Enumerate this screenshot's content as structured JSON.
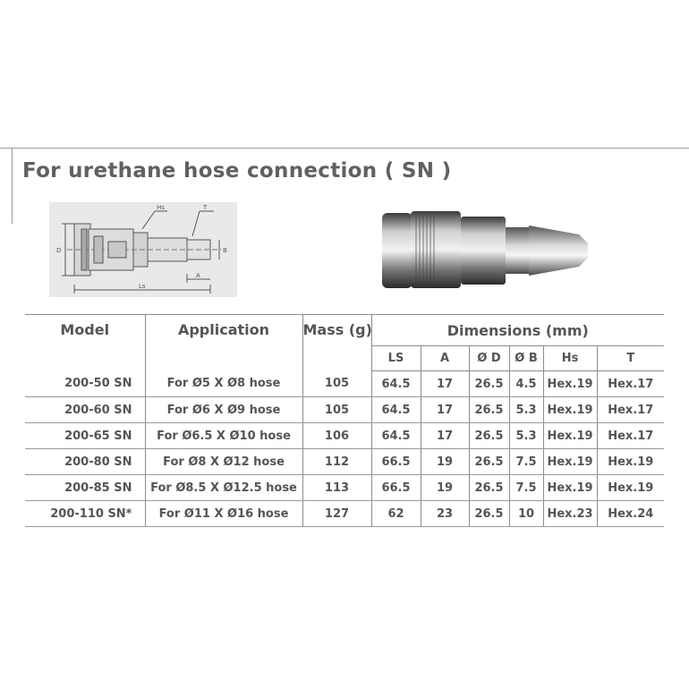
{
  "title": "For urethane hose connection ( SN )",
  "drawing_labels": {
    "hs": "Hs",
    "t": "T",
    "d": "D",
    "b": "B",
    "a": "A",
    "ls": "Ls"
  },
  "table": {
    "headers": {
      "model": "Model",
      "application": "Application",
      "mass": "Mass (g)",
      "dimensions": "Dimensions (mm)",
      "sub": [
        "LS",
        "A",
        "Ø D",
        "Ø B",
        "Hs",
        "T"
      ]
    },
    "rows": [
      {
        "model": "200-50 SN",
        "application": "For Ø5 X Ø8 hose",
        "mass": "105",
        "ls": "64.5",
        "a": "17",
        "d": "26.5",
        "b": "4.5",
        "hs": "Hex.19",
        "t": "Hex.17"
      },
      {
        "model": "200-60 SN",
        "application": "For Ø6 X Ø9 hose",
        "mass": "105",
        "ls": "64.5",
        "a": "17",
        "d": "26.5",
        "b": "5.3",
        "hs": "Hex.19",
        "t": "Hex.17"
      },
      {
        "model": "200-65 SN",
        "application": "For Ø6.5 X Ø10 hose",
        "mass": "106",
        "ls": "64.5",
        "a": "17",
        "d": "26.5",
        "b": "5.3",
        "hs": "Hex.19",
        "t": "Hex.17"
      },
      {
        "model": "200-80 SN",
        "application": "For Ø8 X Ø12 hose",
        "mass": "112",
        "ls": "66.5",
        "a": "19",
        "d": "26.5",
        "b": "7.5",
        "hs": "Hex.19",
        "t": "Hex.19"
      },
      {
        "model": "200-85 SN",
        "application": "For Ø8.5 X Ø12.5 hose",
        "mass": "113",
        "ls": "66.5",
        "a": "19",
        "d": "26.5",
        "b": "7.5",
        "hs": "Hex.19",
        "t": "Hex.19"
      },
      {
        "model": "200-110 SN*",
        "application": "For Ø11 X Ø16 hose",
        "mass": "127",
        "ls": "62",
        "a": "23",
        "d": "26.5",
        "b": "10",
        "hs": "Hex.23",
        "t": "Hex.24"
      }
    ]
  }
}
